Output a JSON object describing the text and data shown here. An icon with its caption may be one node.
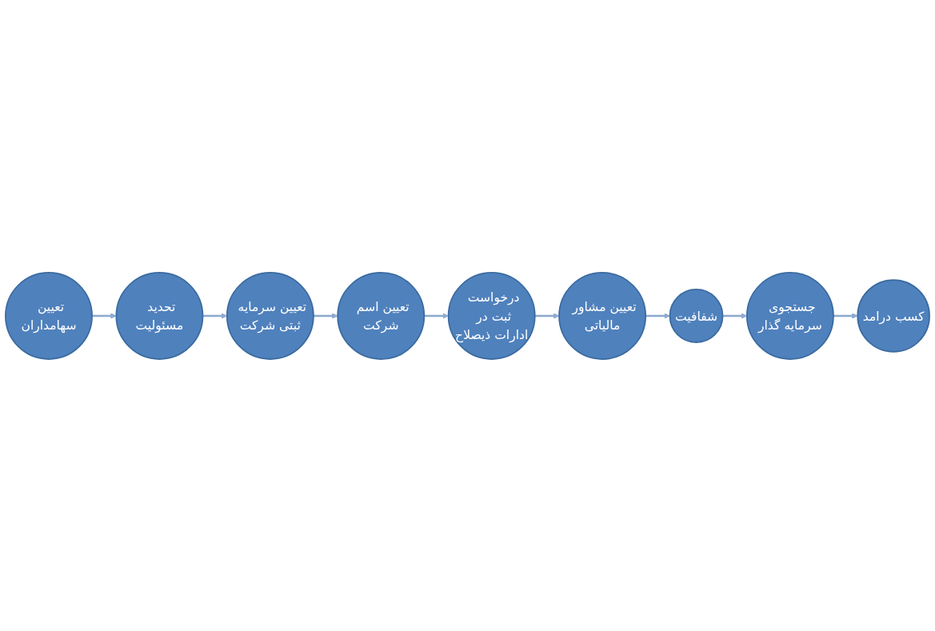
{
  "diagram": {
    "nodes": [
      {
        "text": [
          "تعیین سهامداران"
        ]
      },
      {
        "text": [
          "تحدید مسئولیت"
        ]
      },
      {
        "text": [
          "تعیین سرمایه ثبتی شرکت"
        ]
      },
      {
        "text": [
          "تعیین اسم شرکت"
        ]
      },
      {
        "text": [
          "درخواست ثبت در ادارات ذیصلاح"
        ]
      },
      {
        "text": [
          "تعیین مشاور مالیاتی"
        ]
      },
      {
        "text": [
          "شفافیت"
        ]
      },
      {
        "text": [
          "جستجوی سرمایه گذار"
        ]
      },
      {
        "text": [
          "کسب درامد"
        ]
      }
    ],
    "edges": [
      {
        "from": 0,
        "to": 1,
        "arrow": "to"
      },
      {
        "from": 1,
        "to": 2,
        "arrow": "to"
      },
      {
        "from": 2,
        "to": 3,
        "arrow": "to"
      },
      {
        "from": 3,
        "to": 4,
        "arrow": "to"
      },
      {
        "from": 4,
        "to": 5,
        "arrow": "to"
      },
      {
        "from": 5,
        "to": 6,
        "arrow": "to"
      },
      {
        "from": 6,
        "to": 7,
        "arrow": "to"
      },
      {
        "from": 7,
        "to": 8,
        "arrow": "to"
      }
    ]
  }
}
